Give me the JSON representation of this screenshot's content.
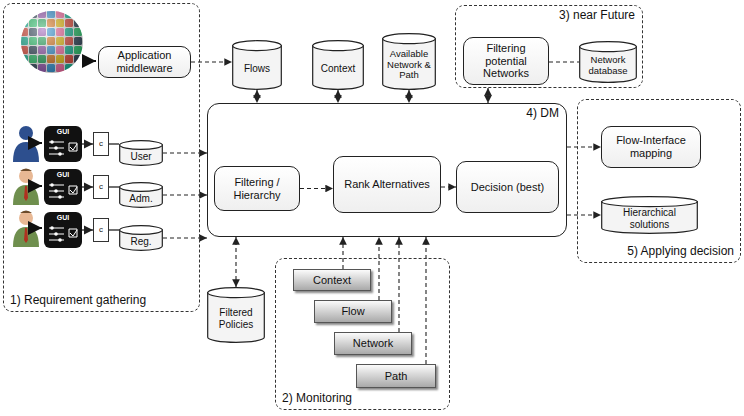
{
  "diagram": {
    "nodes": [
      {
        "text": [
          "1) Requirement gathering"
        ]
      },
      {
        "text": [
          "Application middleware"
        ],
        "in": 0
      },
      {
        "text": [
          "GUI"
        ],
        "in": 0
      },
      {
        "text": [
          "c"
        ],
        "in": 0
      },
      {
        "text": [
          "User"
        ],
        "in": 0
      },
      {
        "text": [
          "GUI"
        ],
        "in": 0
      },
      {
        "text": [
          "c"
        ],
        "in": 0
      },
      {
        "text": [
          "Adm."
        ],
        "in": 0
      },
      {
        "text": [
          "GUI"
        ],
        "in": 0
      },
      {
        "text": [
          "c"
        ],
        "in": 0
      },
      {
        "text": [
          "Reg."
        ],
        "in": 0
      },
      {
        "text": [
          "Flows"
        ]
      },
      {
        "text": [
          "Context"
        ]
      },
      {
        "text": [
          "Available Network & Path"
        ]
      },
      {
        "text": [
          "3) near Future"
        ]
      },
      {
        "text": [
          "Filtering potential Networks"
        ],
        "in": 14
      },
      {
        "text": [
          "Network database"
        ],
        "in": 14
      },
      {
        "text": [
          "4) DM"
        ]
      },
      {
        "text": [
          "Filtering / Hierarchy"
        ],
        "in": 17
      },
      {
        "text": [
          "Rank Alternatives"
        ],
        "in": 17
      },
      {
        "text": [
          "Decision (best)"
        ],
        "in": 17
      },
      {
        "text": [
          "5) Applying decision"
        ]
      },
      {
        "text": [
          "Flow-Interface mapping"
        ],
        "in": 21
      },
      {
        "text": [
          "Hierarchical solutions"
        ],
        "in": 21
      },
      {
        "text": [
          "Filtered Policies"
        ]
      },
      {
        "text": [
          "2) Monitoring"
        ]
      },
      {
        "text": [
          "Context"
        ],
        "in": 25
      },
      {
        "text": [
          "Flow"
        ],
        "in": 25
      },
      {
        "text": [
          "Network"
        ],
        "in": 25
      },
      {
        "text": [
          "Path"
        ],
        "in": 25
      }
    ],
    "edges": [
      {
        "from": 1,
        "to": 11,
        "arrow": "to"
      },
      {
        "from": 11,
        "to": 17,
        "arrow": "both"
      },
      {
        "from": 12,
        "to": 17,
        "arrow": "both"
      },
      {
        "from": 13,
        "to": 17,
        "arrow": "both"
      },
      {
        "from": 14,
        "to": 17,
        "arrow": "both"
      },
      {
        "from": 15,
        "to": 16,
        "arrow": "none"
      },
      {
        "from": 2,
        "to": 3,
        "arrow": "to"
      },
      {
        "from": 3,
        "to": 4,
        "arrow": "none"
      },
      {
        "from": 5,
        "to": 6,
        "arrow": "to"
      },
      {
        "from": 6,
        "to": 7,
        "arrow": "none"
      },
      {
        "from": 8,
        "to": 9,
        "arrow": "to"
      },
      {
        "from": 9,
        "to": 10,
        "arrow": "none"
      },
      {
        "from": 4,
        "to": 17,
        "arrow": "to"
      },
      {
        "from": 7,
        "to": 17,
        "arrow": "to"
      },
      {
        "from": 10,
        "to": 17,
        "arrow": "to"
      },
      {
        "from": 18,
        "to": 19,
        "arrow": "to"
      },
      {
        "from": 19,
        "to": 20,
        "arrow": "to"
      },
      {
        "from": 17,
        "to": 22,
        "arrow": "to"
      },
      {
        "from": 17,
        "to": 23,
        "arrow": "to"
      },
      {
        "from": 24,
        "to": 17,
        "arrow": "both"
      },
      {
        "from": 26,
        "to": 17,
        "arrow": "to"
      },
      {
        "from": 27,
        "to": 17,
        "arrow": "to"
      },
      {
        "from": 28,
        "to": 17,
        "arrow": "to"
      },
      {
        "from": 29,
        "to": 17,
        "arrow": "to"
      }
    ]
  }
}
